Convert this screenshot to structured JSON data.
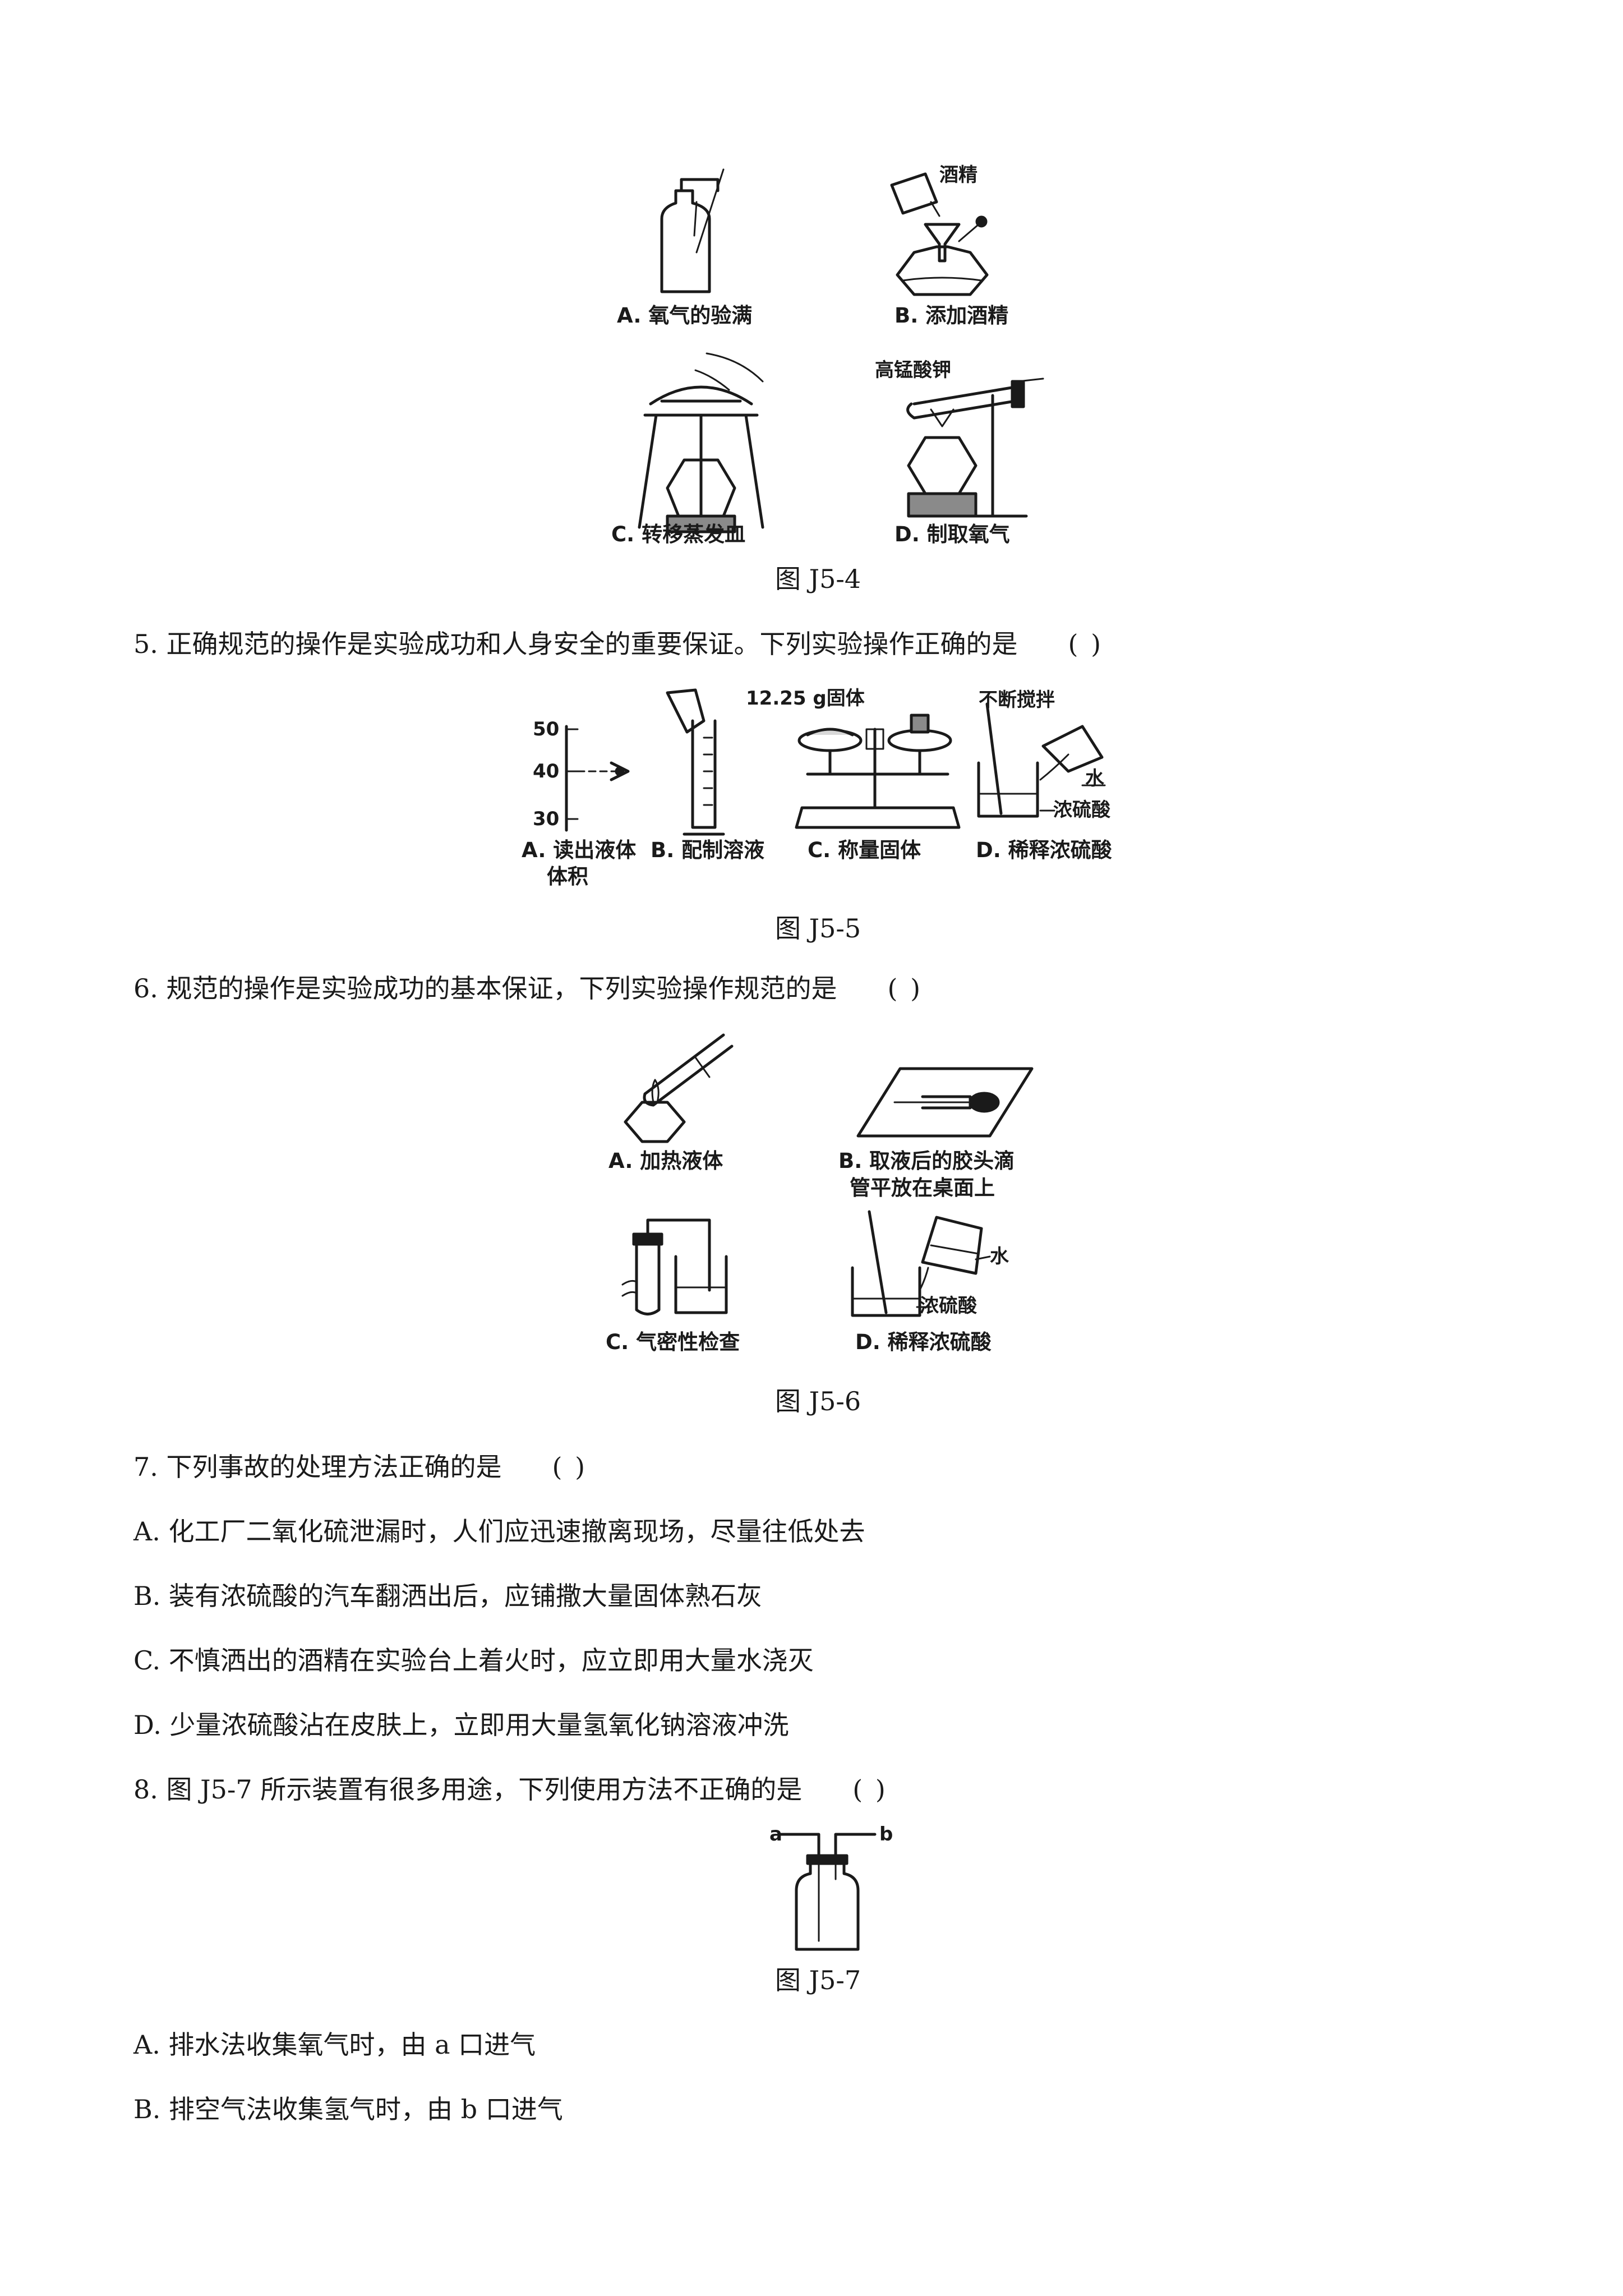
{
  "fig_j5_4": {
    "caption": "图 J5-4",
    "label_a": "A. 氧气的验满",
    "label_b": "B. 添加酒精",
    "label_c": "C. 转移蒸发皿",
    "label_d": "D. 制取氧气",
    "tag_alcohol": "酒精",
    "tag_kmno4": "高锰酸钾"
  },
  "q5": {
    "text": "5. 正确规范的操作是实验成功和人身安全的重要保证。下列实验操作正确的是",
    "paren": "(   )"
  },
  "fig_j5_5": {
    "caption": "图 J5-5",
    "label_a_line1": "A. 读出液体",
    "label_a_line2": "体积",
    "label_b": "B. 配制溶液",
    "label_c": "C. 称量固体",
    "label_d": "D. 稀释浓硫酸",
    "tick_50": "50",
    "tick_40": "40",
    "tick_30": "30",
    "tag_solid": "12.25 g固体",
    "tag_stir": "不断搅拌",
    "tag_water": "水",
    "tag_acid": "浓硫酸"
  },
  "q6": {
    "text": "6. 规范的操作是实验成功的基本保证，下列实验操作规范的是",
    "paren": "(   )"
  },
  "fig_j5_6": {
    "caption": "图 J5-6",
    "label_a": "A. 加热液体",
    "label_b_line1": "B. 取液后的胶头滴",
    "label_b_line2": "管平放在桌面上",
    "label_c": "C. 气密性检查",
    "label_d": "D. 稀释浓硫酸",
    "tag_water": "水",
    "tag_acid": "浓硫酸"
  },
  "q7": {
    "text": "7. 下列事故的处理方法正确的是",
    "paren": "(   )",
    "options": [
      "A. 化工厂二氧化硫泄漏时，人们应迅速撤离现场，尽量往低处去",
      "B. 装有浓硫酸的汽车翻洒出后，应铺撒大量固体熟石灰",
      "C. 不慎洒出的酒精在实验台上着火时，应立即用大量水浇灭",
      "D. 少量浓硫酸沾在皮肤上，立即用大量氢氧化钠溶液冲洗"
    ]
  },
  "q8": {
    "text": "8. 图 J5-7 所示装置有很多用途，下列使用方法不正确的是",
    "paren": "(   )",
    "options": [
      "A. 排水法收集氧气时，由 a 口进气",
      "B. 排空气法收集氢气时，由 b 口进气"
    ]
  },
  "fig_j5_7": {
    "caption": "图 J5-7",
    "port_a": "a",
    "port_b": "b"
  }
}
